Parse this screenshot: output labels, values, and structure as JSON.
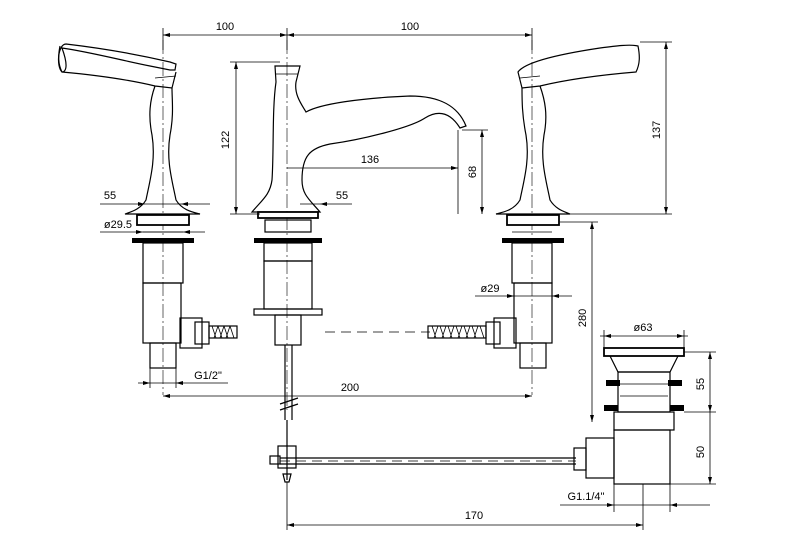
{
  "dimensions": {
    "top_left": "100",
    "top_right": "100",
    "spout_height": "122",
    "spout_reach": "136",
    "spout_outlet_height": "68",
    "handle_height": "137",
    "flange_left": "55",
    "flange_spout": "55",
    "base_diameter": "ø29.5",
    "shank_diameter": "ø29",
    "inlet_thread": "G1/2\"",
    "center_spacing": "200",
    "drain_height": "280",
    "drain_diameter": "ø63",
    "drain_upper": "55",
    "drain_lower": "50",
    "drain_thread": "G1.1/4\"",
    "rod_length": "170"
  }
}
